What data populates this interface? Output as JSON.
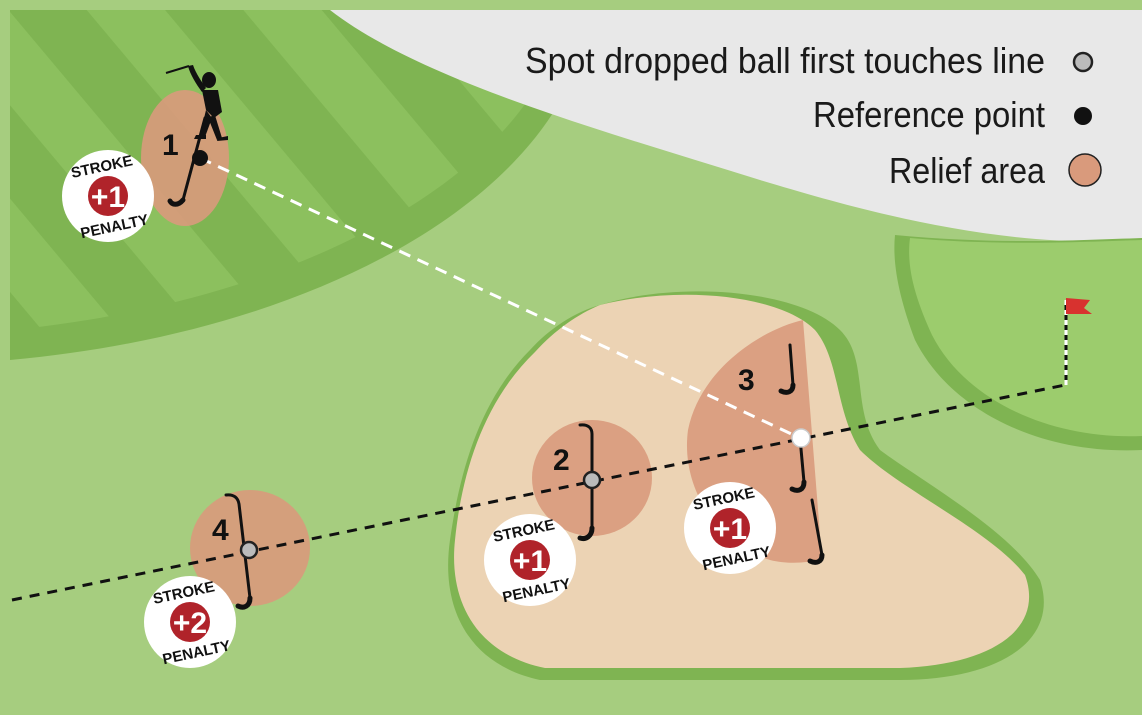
{
  "legend": {
    "spot_label": "Spot dropped ball first touches line",
    "reference_label": "Reference point",
    "relief_label": "Relief area"
  },
  "options": [
    {
      "number": "1",
      "badge_top": "STROKE",
      "badge_value": "+1",
      "badge_bottom": "PENALTY"
    },
    {
      "number": "2",
      "badge_top": "STROKE",
      "badge_value": "+1",
      "badge_bottom": "PENALTY"
    },
    {
      "number": "3",
      "badge_top": "STROKE",
      "badge_value": "+1",
      "badge_bottom": "PENALTY"
    },
    {
      "number": "4",
      "badge_top": "STROKE",
      "badge_value": "+2",
      "badge_bottom": "PENALTY"
    }
  ],
  "colors": {
    "fairway": "#a6cd7f",
    "rough": "#8bbf5c",
    "green": "#9ccc6d",
    "sand": "#ecd3b4",
    "relief": "#d99a7c",
    "badge_red": "#b0232a",
    "flag": "#d8322f"
  },
  "icons": [
    "golfer-icon",
    "flag-icon",
    "golf-club-icon",
    "ball-icon"
  ]
}
